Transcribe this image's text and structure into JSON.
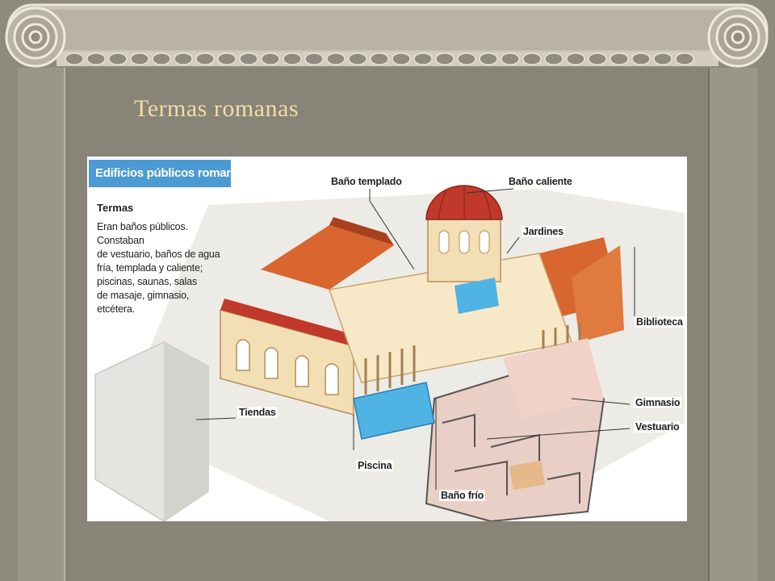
{
  "slide": {
    "title": "Termas romanas"
  },
  "figure": {
    "header": "Edificios públicos romanos",
    "subtitle": "Termas",
    "description": "Eran baños públicos. Constaban\nde vestuario, baños de agua\nfría, templada y caliente;\npiscinas, saunas, salas\nde masaje, gimnasio,\netcétera.",
    "labels": {
      "bano_templado": "Baño templado",
      "bano_caliente": "Baño caliente",
      "jardines": "Jardines",
      "biblioteca": "Biblioteca",
      "gimnasio": "Gimnasio",
      "vestuario": "Vestuario",
      "tiendas": "Tiendas",
      "piscina": "Piscina",
      "bano_frio": "Baño frío"
    }
  },
  "colors": {
    "background": "#8e8a7c",
    "title": "#f3dcaa",
    "header_blue": "#4b9ad3",
    "roof": "#d9652f",
    "wall": "#f2dfb5",
    "water": "#4fb3e3"
  }
}
